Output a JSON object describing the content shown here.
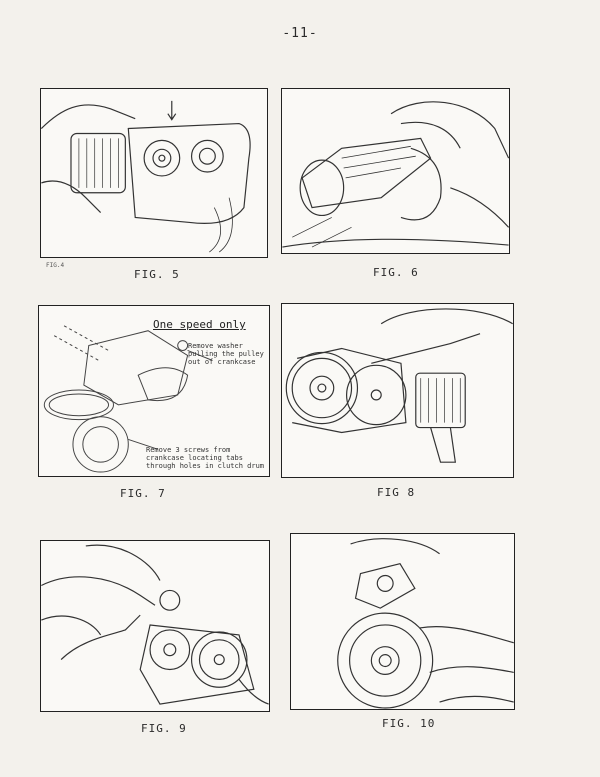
{
  "page_number": "-11-",
  "figures": [
    {
      "caption": "FIG. 5"
    },
    {
      "caption": "FIG. 6"
    },
    {
      "caption": "FIG. 7",
      "heading": "One speed only",
      "note_top": [
        "Remove washer",
        "pulling the pulley",
        "out of crankcase"
      ],
      "note_bottom": [
        "Remove 3 screws from",
        "crankcase locating tabs",
        "through holes in clutch drum"
      ]
    },
    {
      "caption": "FIG 8"
    },
    {
      "caption": "FIG. 9"
    },
    {
      "caption": "FIG. 10"
    }
  ],
  "small_mark": "FIG.4"
}
